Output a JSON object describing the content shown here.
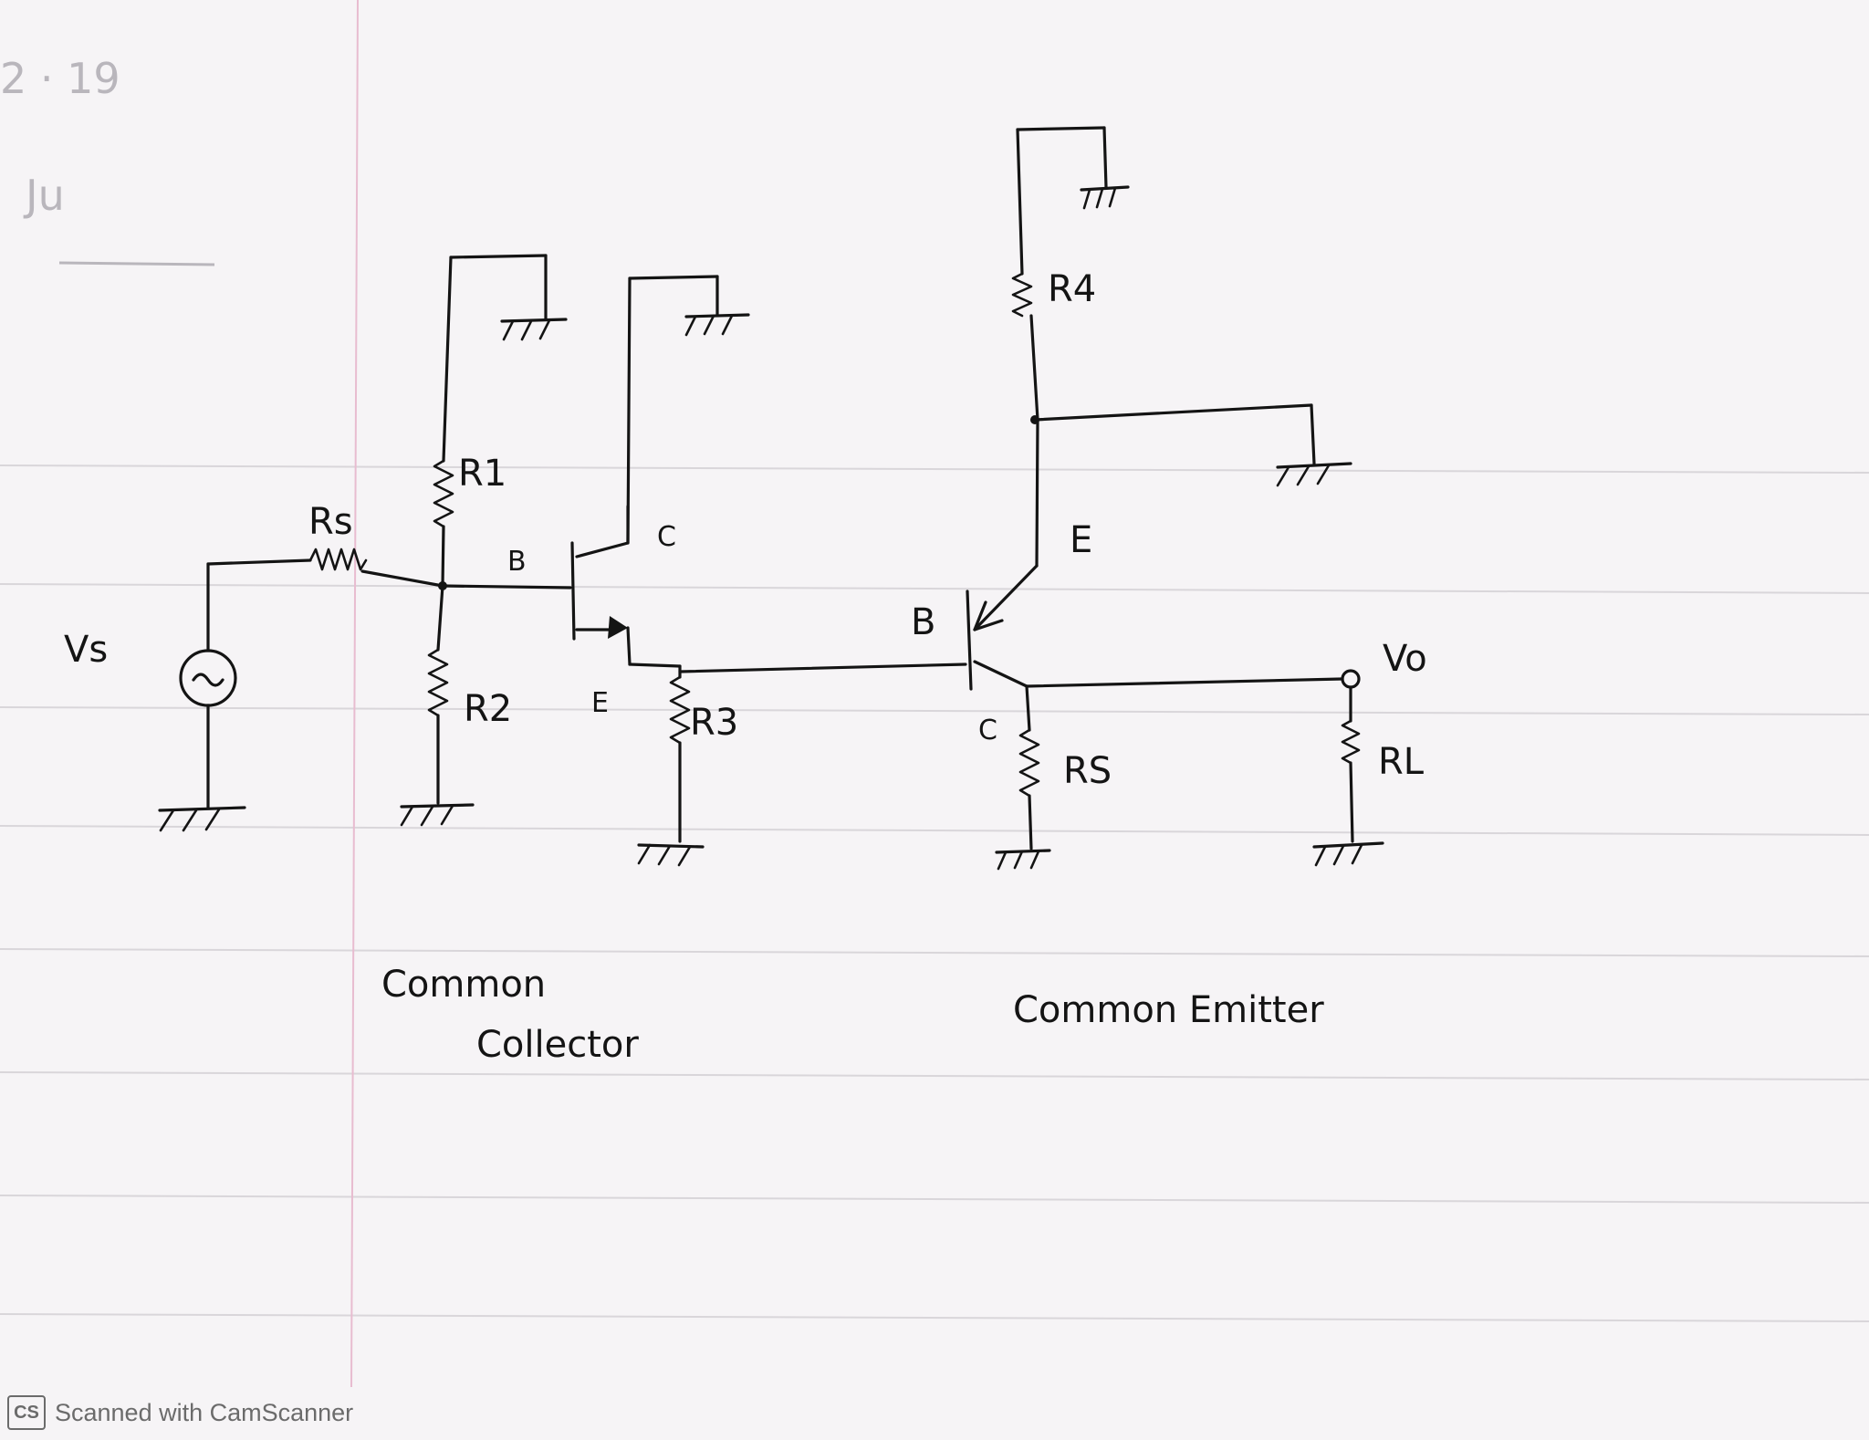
{
  "labels": {
    "vs": "Vs",
    "rs_in": "Rs",
    "r1": "R1",
    "r2": "R2",
    "r3": "R3",
    "r4": "R4",
    "r5": "RS",
    "rl": "RL",
    "vo": "Vo",
    "q1_base": "B",
    "q1_collector": "C",
    "q1_emitter": "E",
    "q2_base": "B",
    "q2_emitter": "E",
    "q2_collector": "C"
  },
  "captions": {
    "left_line1": "Common",
    "left_line2": "Collector",
    "right": "Common Emitter"
  },
  "watermark": {
    "logo": "CS",
    "text": "Scanned with CamScanner"
  },
  "colors": {
    "ink": "#141414",
    "paper": "#f6f4f6",
    "rule_line": "#d9d6da",
    "margin_line": "#e8bcd0"
  }
}
